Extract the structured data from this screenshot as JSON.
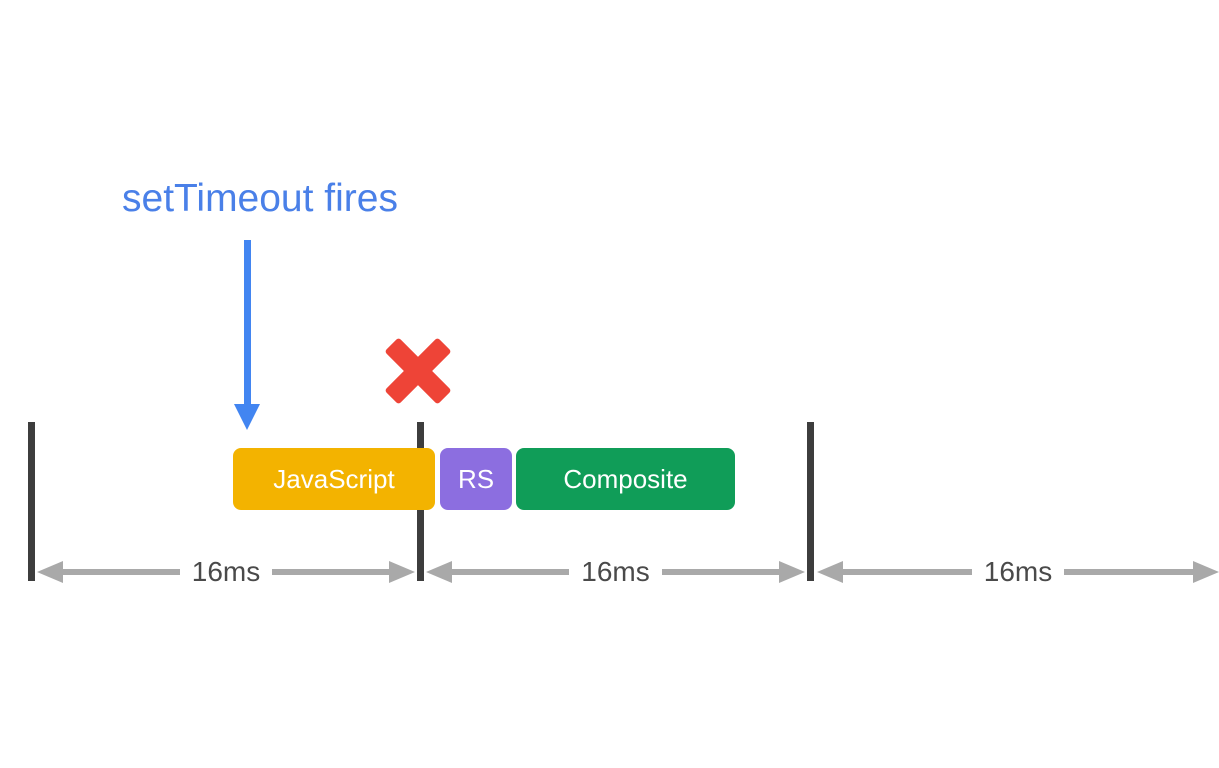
{
  "page": {
    "background": "#FFFFFF",
    "description_icons": [
      "down-arrow-icon",
      "x-mark-icon",
      "double-headed-arrow-icon"
    ]
  },
  "colors": {
    "annotation_blue": "#4A80E8",
    "arrow_blue": "#4285F1",
    "error_red": "#EE4437",
    "javascript_yellow": "#F3B300",
    "raster_purple": "#8C6EE0",
    "composite_green": "#109D58",
    "frame_bar_dark": "#3D3D3D",
    "interval_arrow_gray": "#A9A9A9",
    "interval_text_gray": "#4A4A4A",
    "block_text_white": "#FFFFFF"
  },
  "annotation": {
    "label": "setTimeout fires"
  },
  "timeline": {
    "blocks": [
      {
        "label": "JavaScript",
        "color": "#F3B300"
      },
      {
        "label": "RS",
        "color": "#8C6EE0"
      },
      {
        "label": "Composite",
        "color": "#109D58"
      }
    ],
    "intervals": [
      {
        "label": "16ms"
      },
      {
        "label": "16ms"
      },
      {
        "label": "16ms"
      }
    ]
  }
}
